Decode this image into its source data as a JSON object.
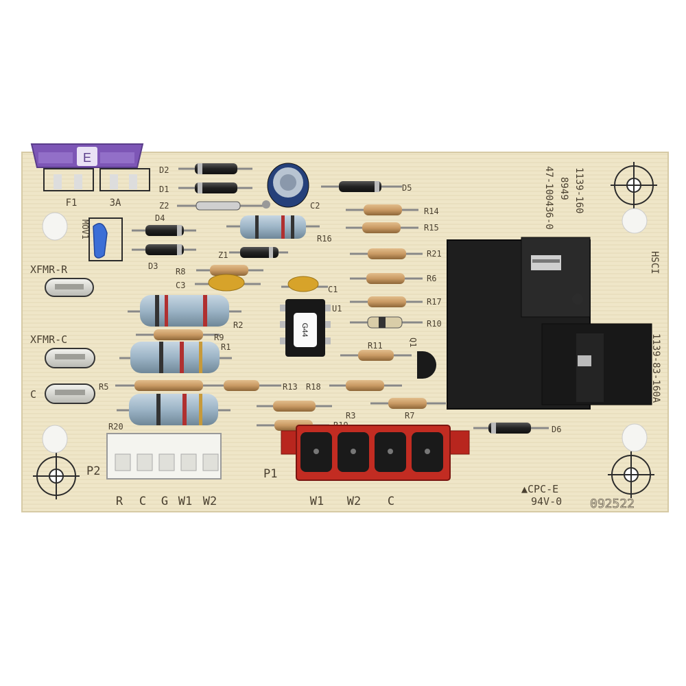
{
  "fuse": {
    "letter": "E",
    "ref": "F1",
    "rating": "3A"
  },
  "mov": "MOV1",
  "board_text": {
    "part1": "1139-160",
    "part2": "8949",
    "part3": "47-100436-0",
    "hsc": "HSCI",
    "relay_part": "1139-83-160A",
    "cpc": "▲CPC-E",
    "rating": "94V-0",
    "code": "092522"
  },
  "ic": {
    "marking": "G44",
    "ref": "U1"
  },
  "transistor_ref": "Q1",
  "terminals": {
    "xfmr_r": "XFMR-R",
    "xfmr_c": "XFMR-C",
    "c": "C"
  },
  "p2": {
    "ref": "P2",
    "pins": [
      "R",
      "C",
      "G",
      "W1",
      "W2"
    ]
  },
  "p1": {
    "ref": "P1",
    "pins": [
      "W1",
      "W2",
      "C"
    ]
  },
  "refs": {
    "d1": "D1",
    "d2": "D2",
    "d3": "D3",
    "d4": "D4",
    "d5": "D5",
    "d6": "D6",
    "z1": "Z1",
    "z2": "Z2",
    "c1": "C1",
    "c2": "C2",
    "c3": "C3",
    "r1": "R1",
    "r2": "R2",
    "r3": "R3",
    "r5": "R5",
    "r6": "R6",
    "r7": "R7",
    "r8": "R8",
    "r9": "R9",
    "r10": "R10",
    "r11": "R11",
    "r13": "R13",
    "r14": "R14",
    "r15": "R15",
    "r16": "R16",
    "r17": "R17",
    "r18": "R18",
    "r19": "R19",
    "r20": "R20",
    "r21": "R21"
  },
  "colors": {
    "board": "#efe6c8",
    "relay": "#1e1e1e",
    "connector_red": "#b8261e",
    "fuse": "#7d56b6",
    "resistor_tan": "#c99a64",
    "resistor_blue": "#9cb4c6"
  }
}
